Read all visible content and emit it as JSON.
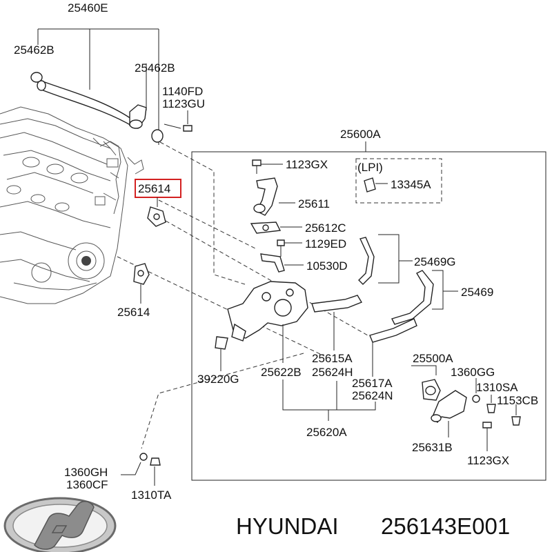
{
  "diagram": {
    "labels": {
      "l_25460E": "25460E",
      "l_25462B_a": "25462B",
      "l_25462B_b": "25462B",
      "l_1140FD": "1140FD",
      "l_1123GU": "1123GU",
      "l_25614_box": "25614",
      "l_25614": "25614",
      "l_25600A": "25600A",
      "l_1123GX_top": "1123GX",
      "l_LPI": "(LPI)",
      "l_13345A": "13345A",
      "l_25611": "25611",
      "l_25612C": "25612C",
      "l_1129ED": "1129ED",
      "l_10530D": "10530D",
      "l_25469G": "25469G",
      "l_25469": "25469",
      "l_25615A": "25615A",
      "l_25500A": "25500A",
      "l_1360GG": "1360GG",
      "l_1310SA": "1310SA",
      "l_1153CB": "1153CB",
      "l_39220G": "39220G",
      "l_25622B": "25622B",
      "l_25624H": "25624H",
      "l_25617A": "25617A",
      "l_25624N": "25624N",
      "l_25620A": "25620A",
      "l_25631B": "25631B",
      "l_1123GX_bot": "1123GX",
      "l_1360GH": "1360GH",
      "l_1360CF": "1360CF",
      "l_1310TA": "1310TA"
    },
    "highlight_color": "#d32020"
  },
  "caption": {
    "brand": "HYUNDAI",
    "part_number": "256143E001"
  }
}
